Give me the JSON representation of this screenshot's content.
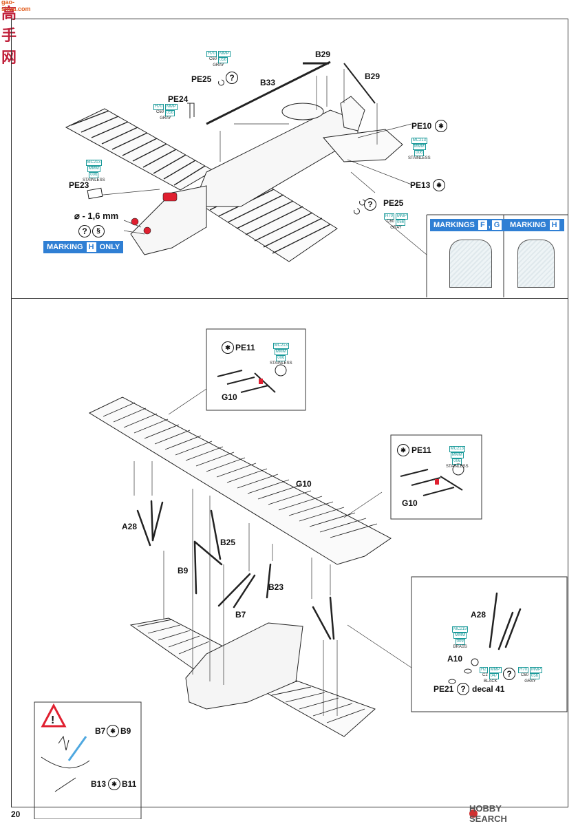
{
  "header": {
    "site_logo_text": "高手网",
    "site_url": "gao-shou.com"
  },
  "top_diagram": {
    "labels": {
      "b29_a": "B29",
      "b29_b": "B29",
      "b33": "B33",
      "pe25_a": "PE25",
      "pe24": "PE24",
      "pe10": "PE10",
      "pe13": "PE13",
      "pe23": "PE23",
      "pe25_b": "PE25",
      "hole_size": "⌀ - 1,6 mm"
    },
    "paint_gray_a": {
      "h": "H70",
      "m": "MMP",
      "c": "C60",
      "n": "056",
      "name": "GRAY"
    },
    "paint_gray_b": {
      "h": "H70",
      "m": "MMP",
      "c": "C60",
      "n": "056",
      "name": "GRAY"
    },
    "paint_gray_c": {
      "h": "H70",
      "m": "MMP",
      "c": "C60",
      "n": "056",
      "name": "GRAY"
    },
    "paint_stainless_a": {
      "a": "MC213",
      "b": "MMM",
      "c": "006",
      "name": "STAINLESS"
    },
    "paint_stainless_b": {
      "a": "MC213",
      "b": "MMM",
      "c": "006",
      "name": "STAINLESS"
    },
    "marking_h_only": {
      "prefix": "MARKING",
      "letter": "H",
      "suffix": "ONLY"
    },
    "markings_fg": {
      "prefix": "MARKINGS",
      "letter1": "F",
      "letter2": "G"
    },
    "marking_h": {
      "prefix": "MARKING",
      "letter": "H"
    }
  },
  "bottom_diagram": {
    "labels": {
      "g10_main": "G10",
      "a28": "A28",
      "b25": "B25",
      "b9": "B9",
      "b23": "B23",
      "b7": "B7"
    },
    "detail_1": {
      "pe11": "PE11",
      "g10": "G10",
      "paint": {
        "a": "MC213",
        "b": "MMM",
        "c": "006",
        "name": "STAINLESS"
      }
    },
    "detail_2": {
      "pe11": "PE11",
      "g10": "G10",
      "paint": {
        "a": "MC213",
        "b": "MMM",
        "c": "006",
        "name": "STAINLESS"
      }
    },
    "detail_3": {
      "a28": "A28",
      "a10": "A10",
      "pe21": "PE21",
      "decal": "decal 41",
      "paint_brass": {
        "a": "MC219",
        "b": "MMM",
        "c": "009",
        "name": "BRASS"
      },
      "paint_black": {
        "h": "H2",
        "m": "MMP",
        "c": "C2",
        "n": "047",
        "name": "BLACK"
      },
      "paint_gray": {
        "h": "H70",
        "m": "MMP",
        "c": "C60",
        "n": "056",
        "name": "GRAY"
      }
    },
    "warning": {
      "b7_b9": [
        "B7",
        "B9"
      ],
      "b13_b11": [
        "B13",
        "B11"
      ]
    }
  },
  "footer": {
    "page_number": "20",
    "hobbysearch": "HOBBY SEARCH"
  },
  "colors": {
    "accent": "#2f7fd4",
    "paint_text": "#1a9a9a",
    "red": "#e02030"
  }
}
